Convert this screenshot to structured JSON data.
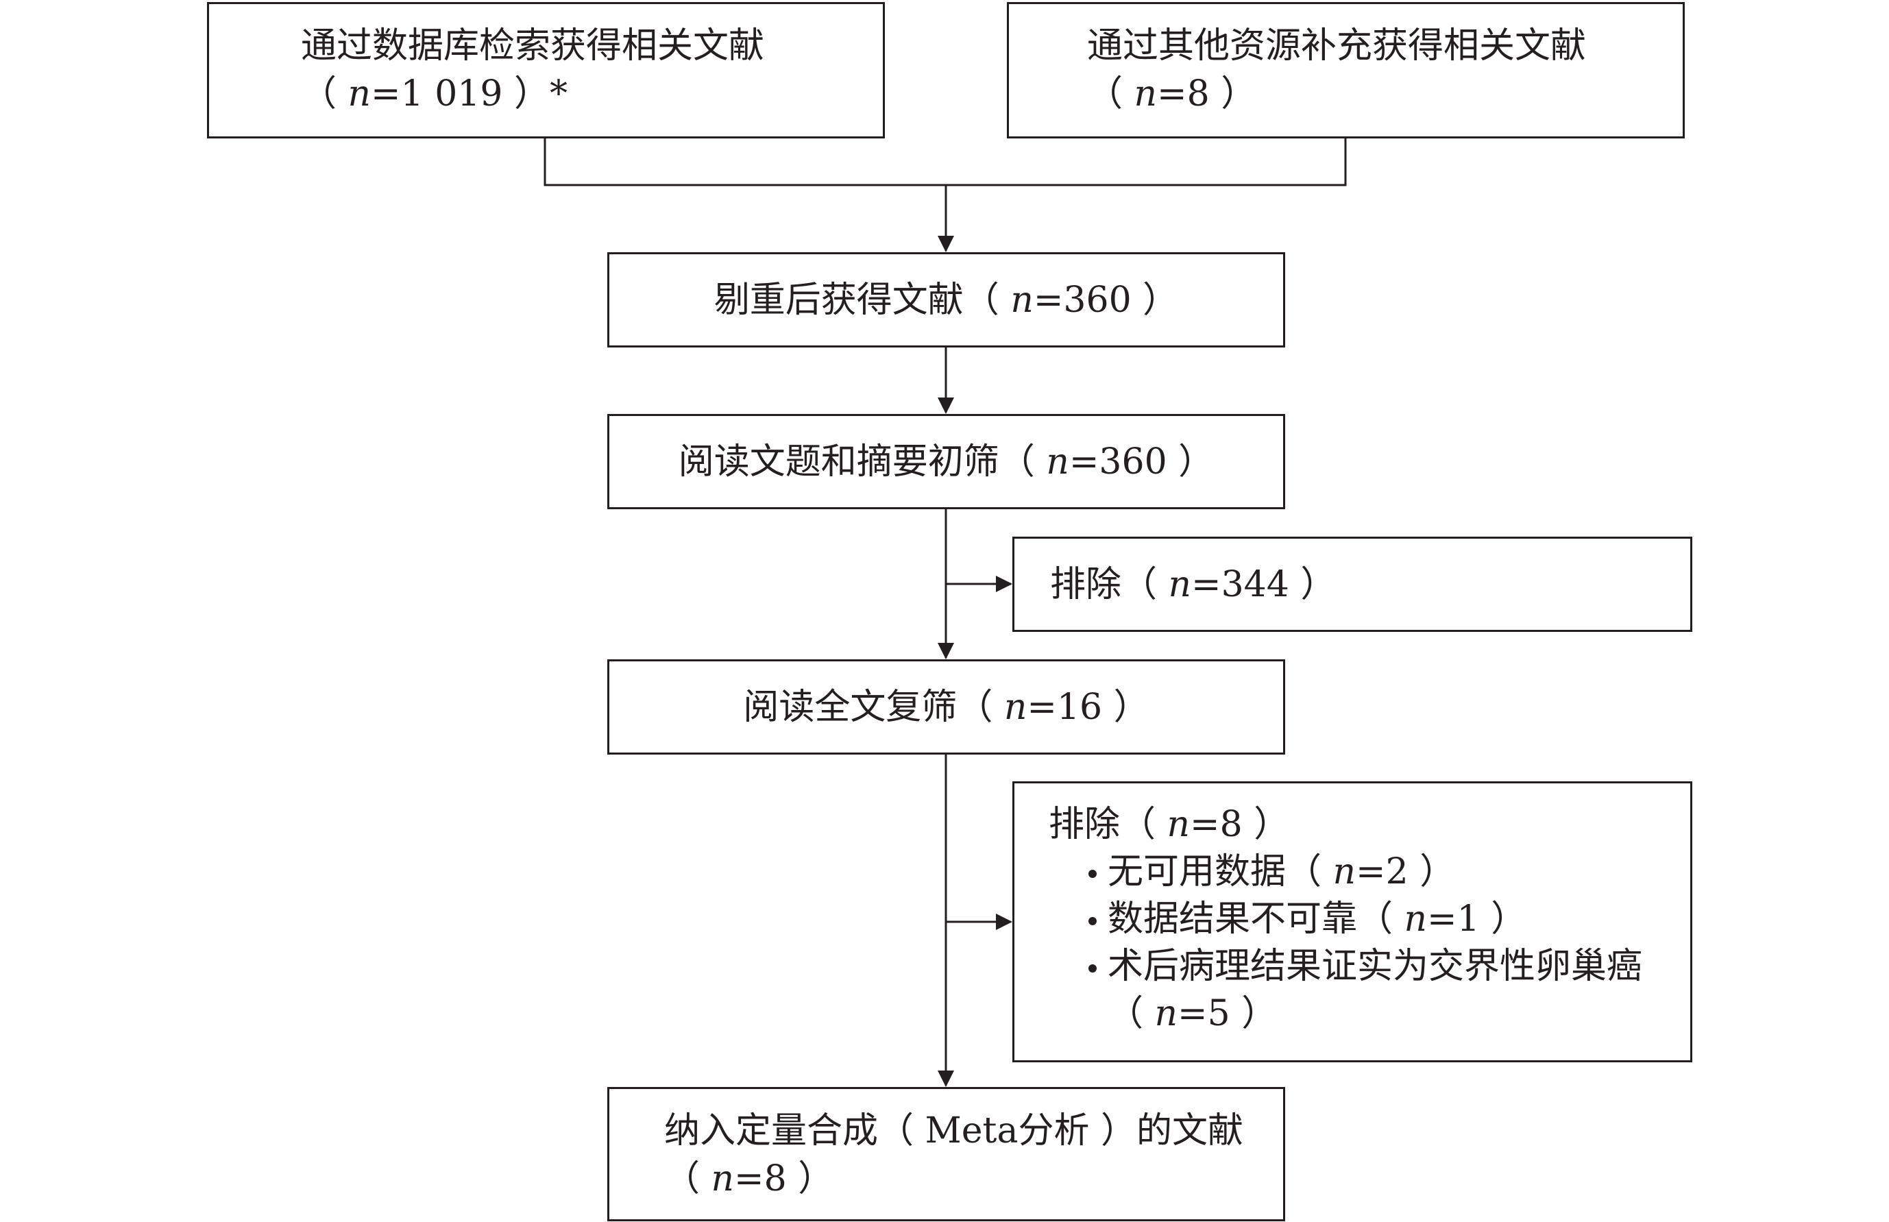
{
  "flowchart": {
    "db_search": {
      "line1": "通过数据库检索获得相关文献",
      "line2_prefix": "（ ",
      "line2_n": "n",
      "line2_suffix": "=1 019 ）*"
    },
    "other_sources": {
      "line1": "通过其他资源补充获得相关文献",
      "line2_prefix": "（ ",
      "line2_n": "n",
      "line2_suffix": "=8 ）"
    },
    "dedup": {
      "prefix": "剔重后获得文献（ ",
      "n": "n",
      "suffix": "=360 ）"
    },
    "title_abstract": {
      "prefix": "阅读文题和摘要初筛（ ",
      "n": "n",
      "suffix": "=360 ）"
    },
    "exclusion_1": {
      "prefix": "排除（ ",
      "n": "n",
      "suffix": "=344 ）"
    },
    "full_text": {
      "prefix": "阅读全文复筛（ ",
      "n": "n",
      "suffix": "=16 ）"
    },
    "exclusion_2": {
      "header_prefix": "排除（ ",
      "header_n": "n",
      "header_suffix": "=8 ）",
      "reasons": [
        {
          "prefix": "无可用数据（ ",
          "n": "n",
          "suffix": "=2 ）"
        },
        {
          "prefix": "数据结果不可靠（ ",
          "n": "n",
          "suffix": "=1 ）"
        },
        {
          "prefix": "术后病理结果证实为交界性卵巢癌",
          "cont_prefix": "（ ",
          "n": "n",
          "suffix": "=5 ）"
        }
      ]
    },
    "included": {
      "line1": "纳入定量合成（ Meta分析 ）的文献",
      "line2_prefix": "（ ",
      "line2_n": "n",
      "line2_suffix": "=8 ）"
    }
  },
  "colors": {
    "stroke": "#231f20",
    "background": "#ffffff"
  }
}
